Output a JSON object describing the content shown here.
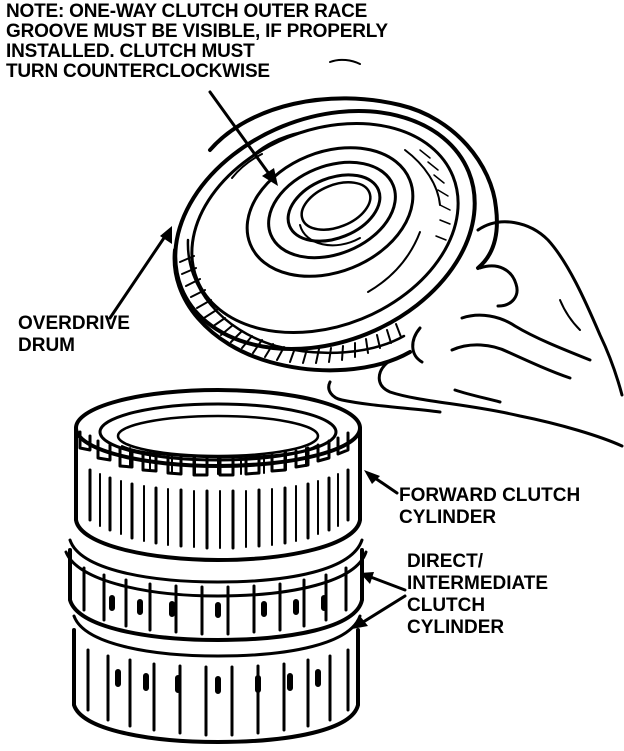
{
  "labels": {
    "note": [
      "NOTE: ONE-WAY CLUTCH OUTER RACE",
      "GROOVE MUST BE VISIBLE, IF PROPERLY",
      "INSTALLED. CLUTCH MUST",
      "TURN COUNTERCLOCKWISE"
    ],
    "overdrive_drum": [
      "OVERDRIVE",
      "DRUM"
    ],
    "forward_clutch": [
      "FORWARD CLUTCH",
      "CYLINDER"
    ],
    "direct_clutch": [
      "DIRECT/",
      "INTERMEDIATE",
      "CLUTCH",
      "CYLINDER"
    ]
  },
  "colors": {
    "ink": "#000000",
    "paper": "#ffffff"
  }
}
